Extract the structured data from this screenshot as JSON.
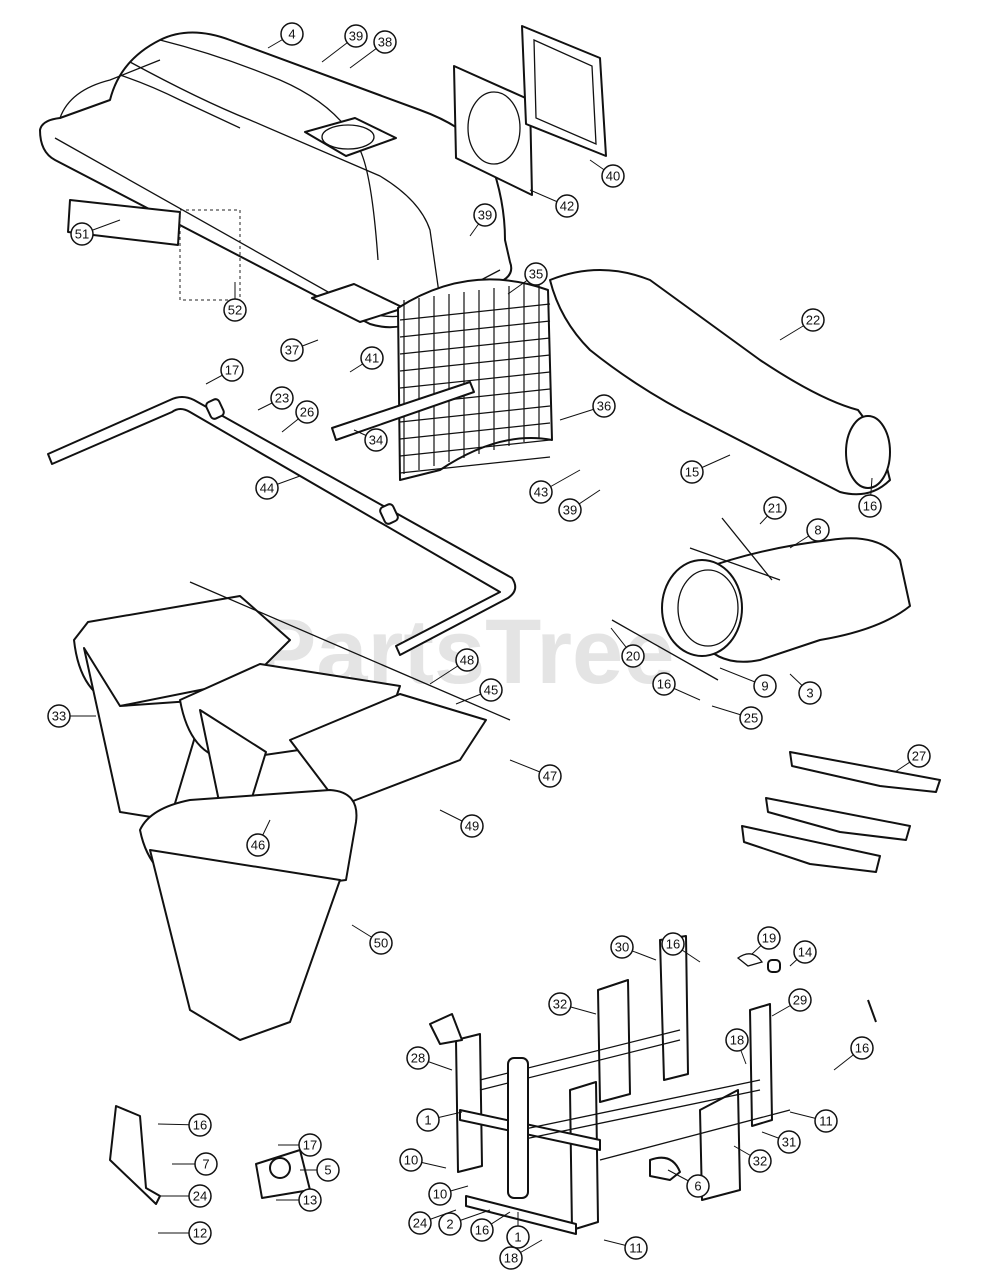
{
  "watermark": "PartsTree",
  "callouts": [
    "4",
    "39",
    "38",
    "40",
    "42",
    "51",
    "52",
    "39",
    "35",
    "37",
    "41",
    "22",
    "17",
    "23",
    "26",
    "36",
    "34",
    "44",
    "43",
    "39",
    "15",
    "16",
    "21",
    "8",
    "20",
    "9",
    "3",
    "16",
    "25",
    "48",
    "45",
    "33",
    "47",
    "49",
    "46",
    "27",
    "50",
    "30",
    "16",
    "19",
    "14",
    "32",
    "29",
    "28",
    "18",
    "16",
    "1",
    "11",
    "31",
    "10",
    "10",
    "32",
    "6",
    "24",
    "2",
    "16",
    "1",
    "18",
    "11",
    "16",
    "7",
    "24",
    "12",
    "17",
    "5",
    "13"
  ]
}
